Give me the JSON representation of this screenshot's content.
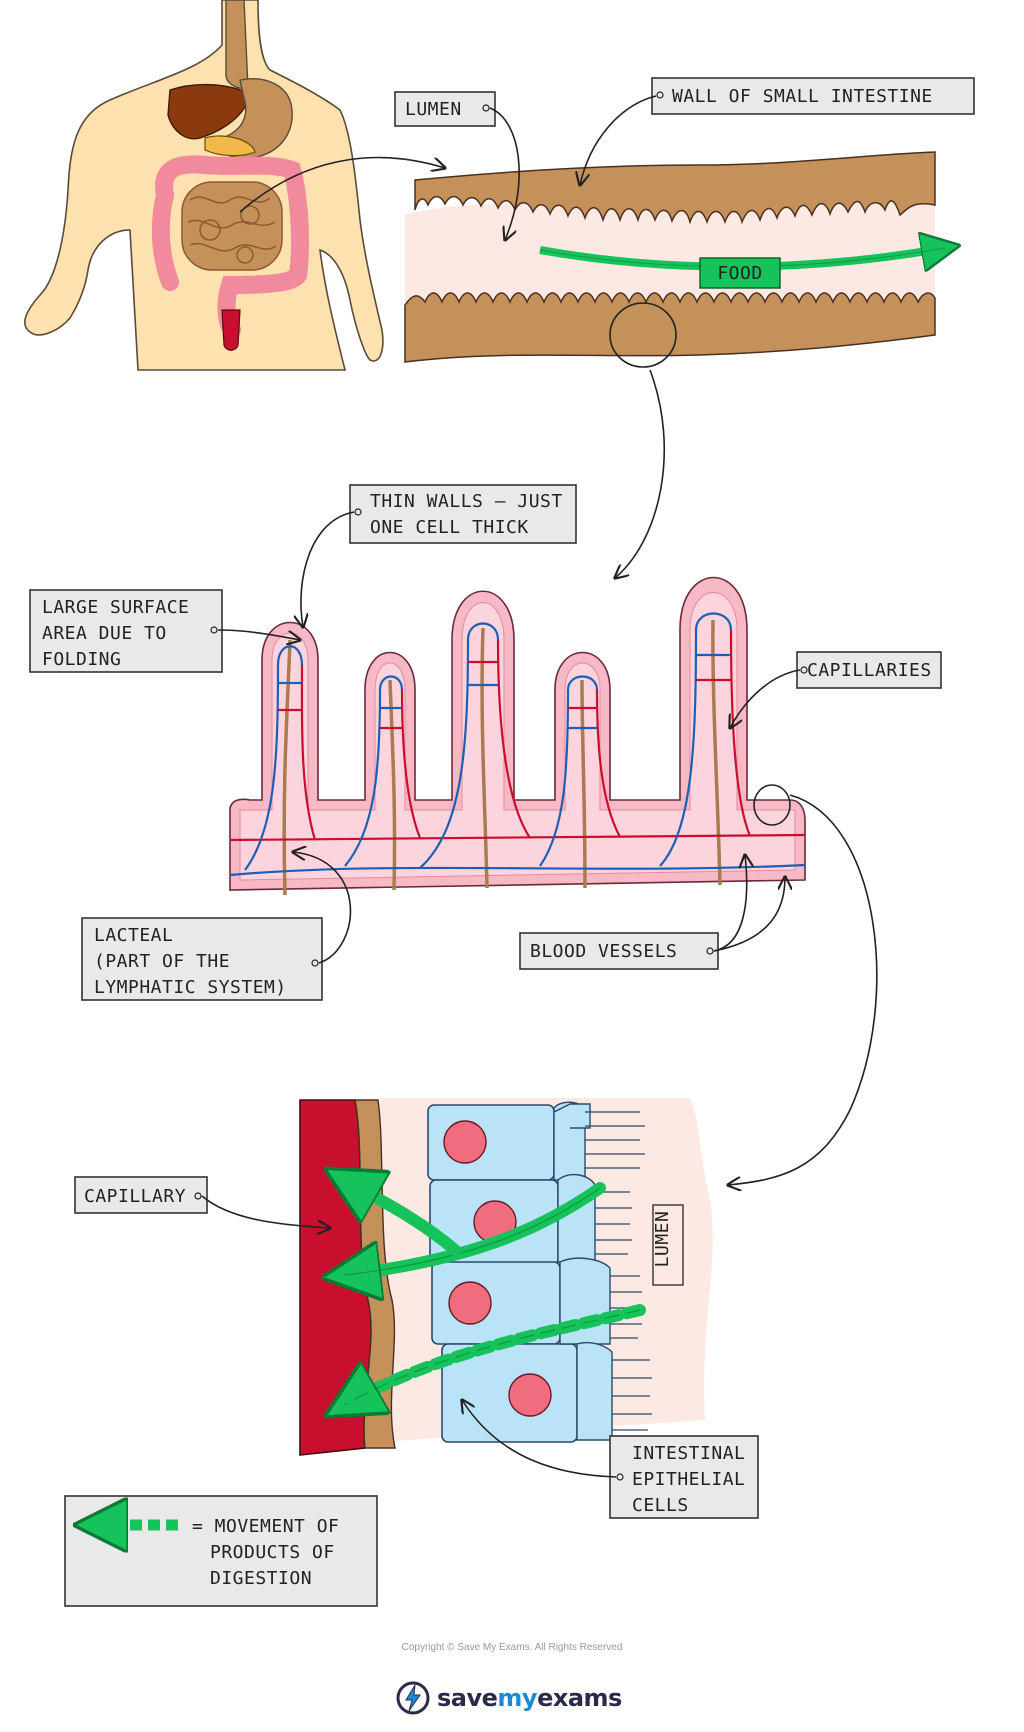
{
  "labels": {
    "lumen_top": "LUMEN",
    "wall": "WALL  OF  SMALL  INTESTINE",
    "food": "FOOD",
    "thin_walls": [
      "THIN  WALLS – JUST",
      "ONE  CELL  THICK"
    ],
    "surface": [
      "LARGE  SURFACE",
      "AREA  DUE  TO",
      "FOLDING"
    ],
    "capillaries": "CAPILLARIES",
    "lacteal": [
      "LACTEAL",
      "(PART  OF  THE",
      "LYMPHATIC  SYSTEM)"
    ],
    "blood_vessels": "BLOOD  VESSELS",
    "capillary": "CAPILLARY",
    "lumen_side": "LUMEN",
    "epithelial": [
      "INTESTINAL",
      "EPITHELIAL",
      "CELLS"
    ]
  },
  "legend": [
    "= MOVEMENT  OF",
    "PRODUCTS  OF",
    "DIGESTION"
  ],
  "footer": {
    "copyright": "Copyright © Save My Exams. All Rights Reserved",
    "brand_prefix": "save",
    "brand_accent": "my",
    "brand_suffix": "exams"
  },
  "colors": {
    "skin": "#fde2b0",
    "wall_brown": "#c4915a",
    "lumen_bg": "#fde9e4",
    "villus_pink": "#f7b9c6",
    "blood_red": "#c8102e",
    "vein_blue": "#1e5fb4",
    "lacteal_brown": "#a97b4e",
    "arrow_green": "#16c35a",
    "cell_blue": "#b9e3f7",
    "nucleus": "#f06d7d"
  }
}
